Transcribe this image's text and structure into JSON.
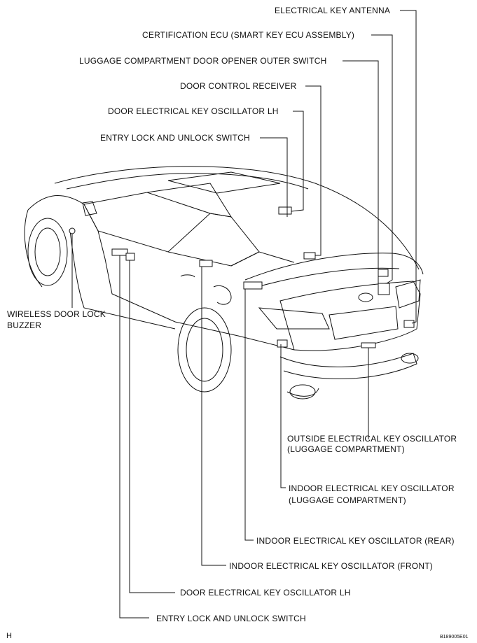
{
  "labels": {
    "electrical_key_antenna": "ELECTRICAL KEY ANTENNA",
    "certification_ecu": "CERTIFICATION ECU (SMART KEY ECU ASSEMBLY)",
    "luggage_opener_switch": "LUGGAGE COMPARTMENT DOOR OPENER OUTER SWITCH",
    "door_control_receiver": "DOOR CONTROL RECEIVER",
    "door_key_oscillator_lh_top": "DOOR ELECTRICAL KEY OSCILLATOR LH",
    "entry_lock_switch_top": "ENTRY LOCK AND UNLOCK SWITCH",
    "wireless_buzzer_line1": "WIRELESS DOOR LOCK",
    "wireless_buzzer_line2": "BUZZER",
    "outside_oscillator_line1": "OUTSIDE ELECTRICAL KEY OSCILLATOR",
    "outside_oscillator_line2": "(LUGGAGE COMPARTMENT)",
    "indoor_luggage_line1": "INDOOR ELECTRICAL KEY OSCILLATOR",
    "indoor_luggage_line2": "(LUGGAGE COMPARTMENT)",
    "indoor_rear": "INDOOR ELECTRICAL KEY OSCILLATOR (REAR)",
    "indoor_front": "INDOOR ELECTRICAL KEY OSCILLATOR (FRONT)",
    "door_key_oscillator_lh_bottom": "DOOR ELECTRICAL KEY OSCILLATOR LH",
    "entry_lock_switch_bottom": "ENTRY LOCK AND UNLOCK SWITCH"
  },
  "corner_mark": "H",
  "figure_code": "B189005E01"
}
